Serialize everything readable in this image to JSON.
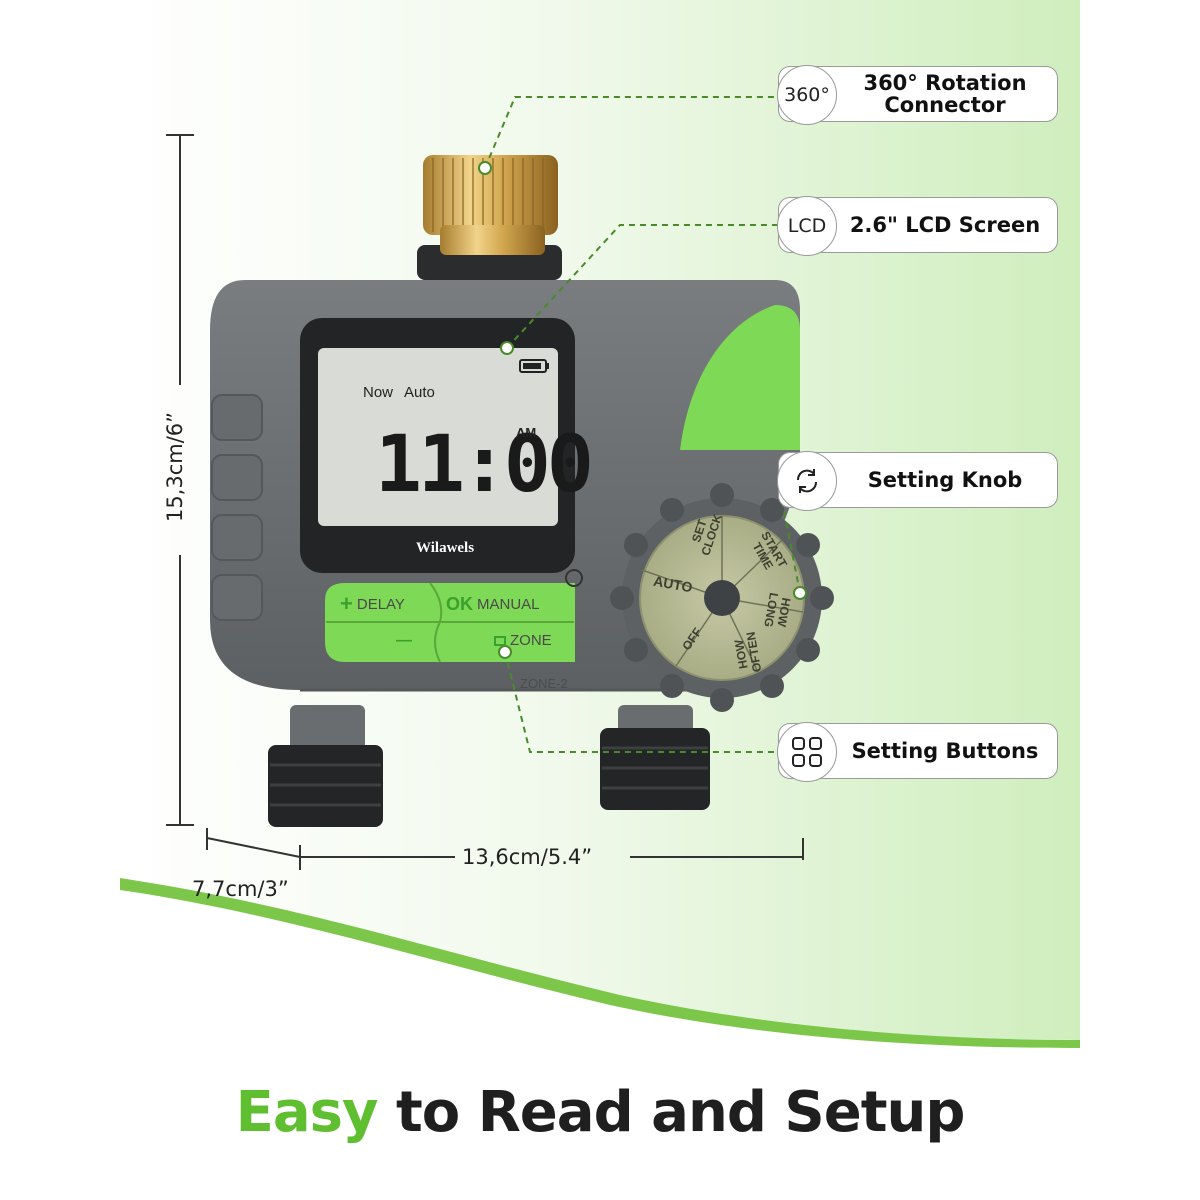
{
  "callouts": {
    "rotation": {
      "badge": "360°",
      "label": "360° Rotation Connector"
    },
    "lcd": {
      "badge": "LCD",
      "label": "2.6\" LCD Screen"
    },
    "knob": {
      "icon": "rotate-icon",
      "label": "Setting Knob"
    },
    "buttons": {
      "icon": "grid-icon",
      "label": "Setting Buttons"
    }
  },
  "screen": {
    "mode_now": "Now",
    "mode_auto": "Auto",
    "time": "11:00",
    "ampm": "AM",
    "brand": "Wilawels"
  },
  "buttons": {
    "plus_symbol": "+",
    "delay": "DELAY",
    "ok": "OK",
    "manual": "MANUAL",
    "minus_symbol": "—",
    "zone": "ZONE",
    "zone_rail": "ZONE-2"
  },
  "knob": {
    "set_clock": "SET CLOCK",
    "start_time": "START TIME",
    "how_long": "HOW LONG",
    "how_often": "HOW OFTEN",
    "off": "OFF",
    "auto": "AUTO"
  },
  "dimensions": {
    "height": "15,3cm/6”",
    "width": "13,6cm/5.4”",
    "depth": "7,7cm/3”"
  },
  "headline": {
    "accent": "Easy",
    "rest": " to Read and Setup"
  },
  "colors": {
    "accent_green": "#5fbf30",
    "device_gray": "#6b6e70",
    "button_green": "#7ed957"
  }
}
